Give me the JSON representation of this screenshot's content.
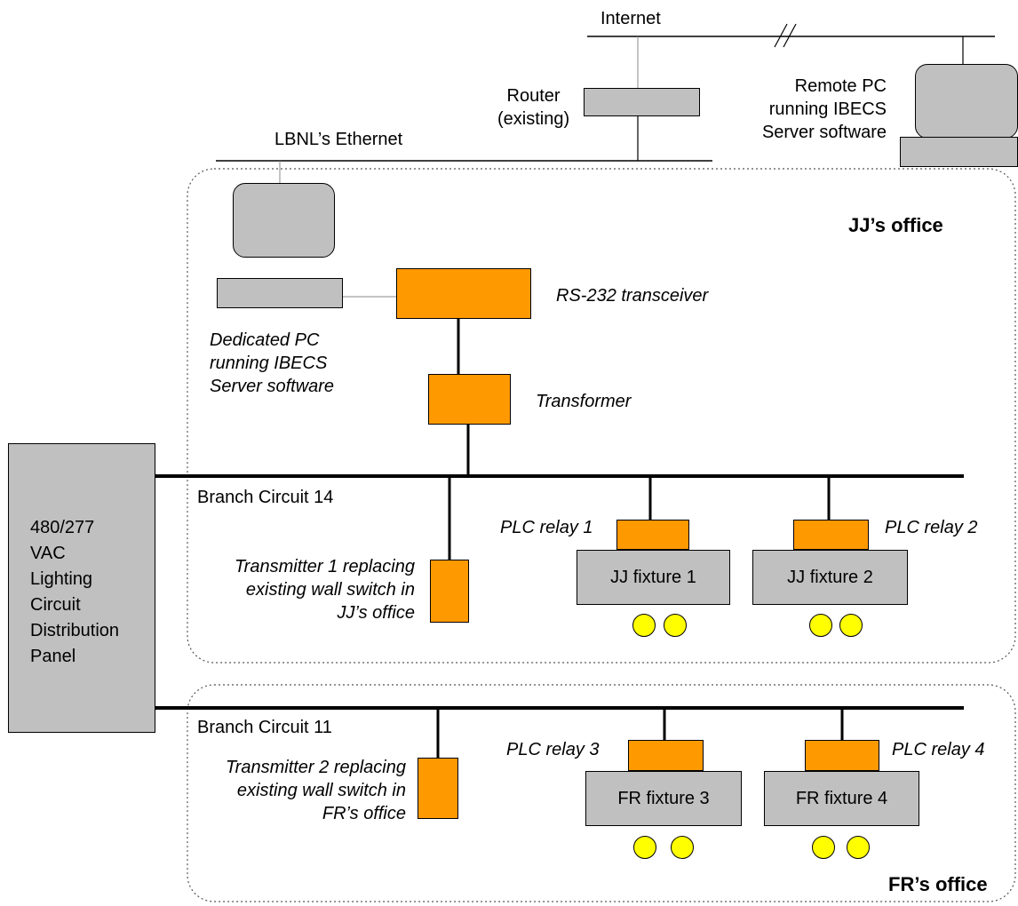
{
  "network": {
    "internet_label": "Internet",
    "router_label": "Router\n(existing)",
    "ethernet_label": "LBNL’s Ethernet",
    "remote_pc_label": "Remote PC\nrunning IBECS\nServer software"
  },
  "jj_office": {
    "title": "JJ’s office",
    "dedicated_pc_label": "Dedicated PC\nrunning IBECS\nServer software",
    "transceiver_label": "RS-232 transceiver",
    "transformer_label": "Transformer",
    "branch_label": "Branch Circuit 14",
    "transmitter_label": "Transmitter 1 replacing\nexisting wall switch in\nJJ’s office",
    "relays": [
      "PLC relay 1",
      "PLC relay 2"
    ],
    "fixtures": [
      "JJ fixture 1",
      "JJ fixture 2"
    ]
  },
  "fr_office": {
    "title": "FR’s office",
    "branch_label": "Branch Circuit 11",
    "transmitter_label": "Transmitter 2 replacing\nexisting wall switch in\nFR’s office",
    "relays": [
      "PLC relay 3",
      "PLC relay 4"
    ],
    "fixtures": [
      "FR fixture 3",
      "FR fixture 4"
    ]
  },
  "panel": {
    "label": "480/277\nVAC\nLighting\nCircuit\nDistribution\nPanel"
  },
  "colors": {
    "equipment_gray": "#c0c0c0",
    "device_orange": "#ff9900",
    "lamp_yellow": "#ffff00"
  }
}
